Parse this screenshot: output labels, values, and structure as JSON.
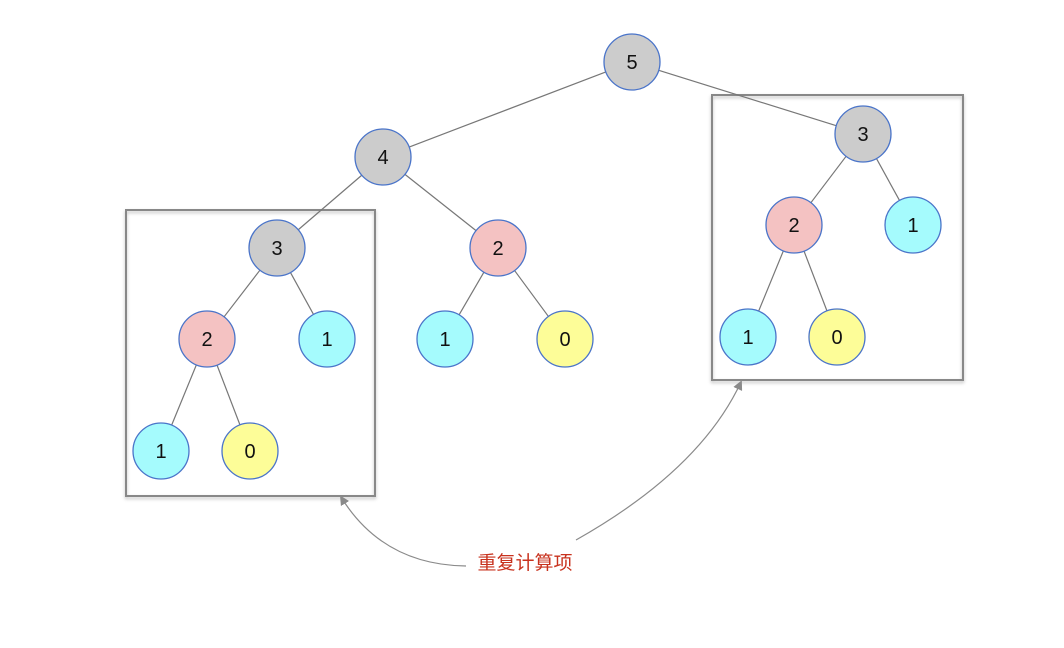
{
  "colors": {
    "gray": "#cccccc",
    "pink": "#f4c2c2",
    "cyan": "#a5fbfd",
    "yellow": "#fdfd98",
    "node_border": "#4a74c9",
    "edge": "#777777",
    "box_border": "#888888",
    "caption": "#c8321e",
    "arrow": "#8a8a8a"
  },
  "tree": {
    "nodes": [
      {
        "id": "n5",
        "label": "5",
        "color": "gray"
      },
      {
        "id": "n4",
        "label": "4",
        "color": "gray"
      },
      {
        "id": "n3r",
        "label": "3",
        "color": "gray"
      },
      {
        "id": "n3l",
        "label": "3",
        "color": "gray"
      },
      {
        "id": "n2m",
        "label": "2",
        "color": "pink"
      },
      {
        "id": "n2l",
        "label": "2",
        "color": "pink"
      },
      {
        "id": "n1l",
        "label": "1",
        "color": "cyan"
      },
      {
        "id": "n1ll",
        "label": "1",
        "color": "cyan"
      },
      {
        "id": "n0ll",
        "label": "0",
        "color": "yellow"
      },
      {
        "id": "n1m",
        "label": "1",
        "color": "cyan"
      },
      {
        "id": "n0m",
        "label": "0",
        "color": "yellow"
      },
      {
        "id": "n2r",
        "label": "2",
        "color": "pink"
      },
      {
        "id": "n1r",
        "label": "1",
        "color": "cyan"
      },
      {
        "id": "n1rl",
        "label": "1",
        "color": "cyan"
      },
      {
        "id": "n0rl",
        "label": "0",
        "color": "yellow"
      }
    ],
    "edges": [
      [
        "n5",
        "n4"
      ],
      [
        "n5",
        "n3r"
      ],
      [
        "n4",
        "n3l"
      ],
      [
        "n4",
        "n2m"
      ],
      [
        "n3l",
        "n2l"
      ],
      [
        "n3l",
        "n1l"
      ],
      [
        "n2l",
        "n1ll"
      ],
      [
        "n2l",
        "n0ll"
      ],
      [
        "n2m",
        "n1m"
      ],
      [
        "n2m",
        "n0m"
      ],
      [
        "n3r",
        "n2r"
      ],
      [
        "n3r",
        "n1r"
      ],
      [
        "n2r",
        "n1rl"
      ],
      [
        "n2r",
        "n0rl"
      ]
    ]
  },
  "caption": "重复计算项"
}
